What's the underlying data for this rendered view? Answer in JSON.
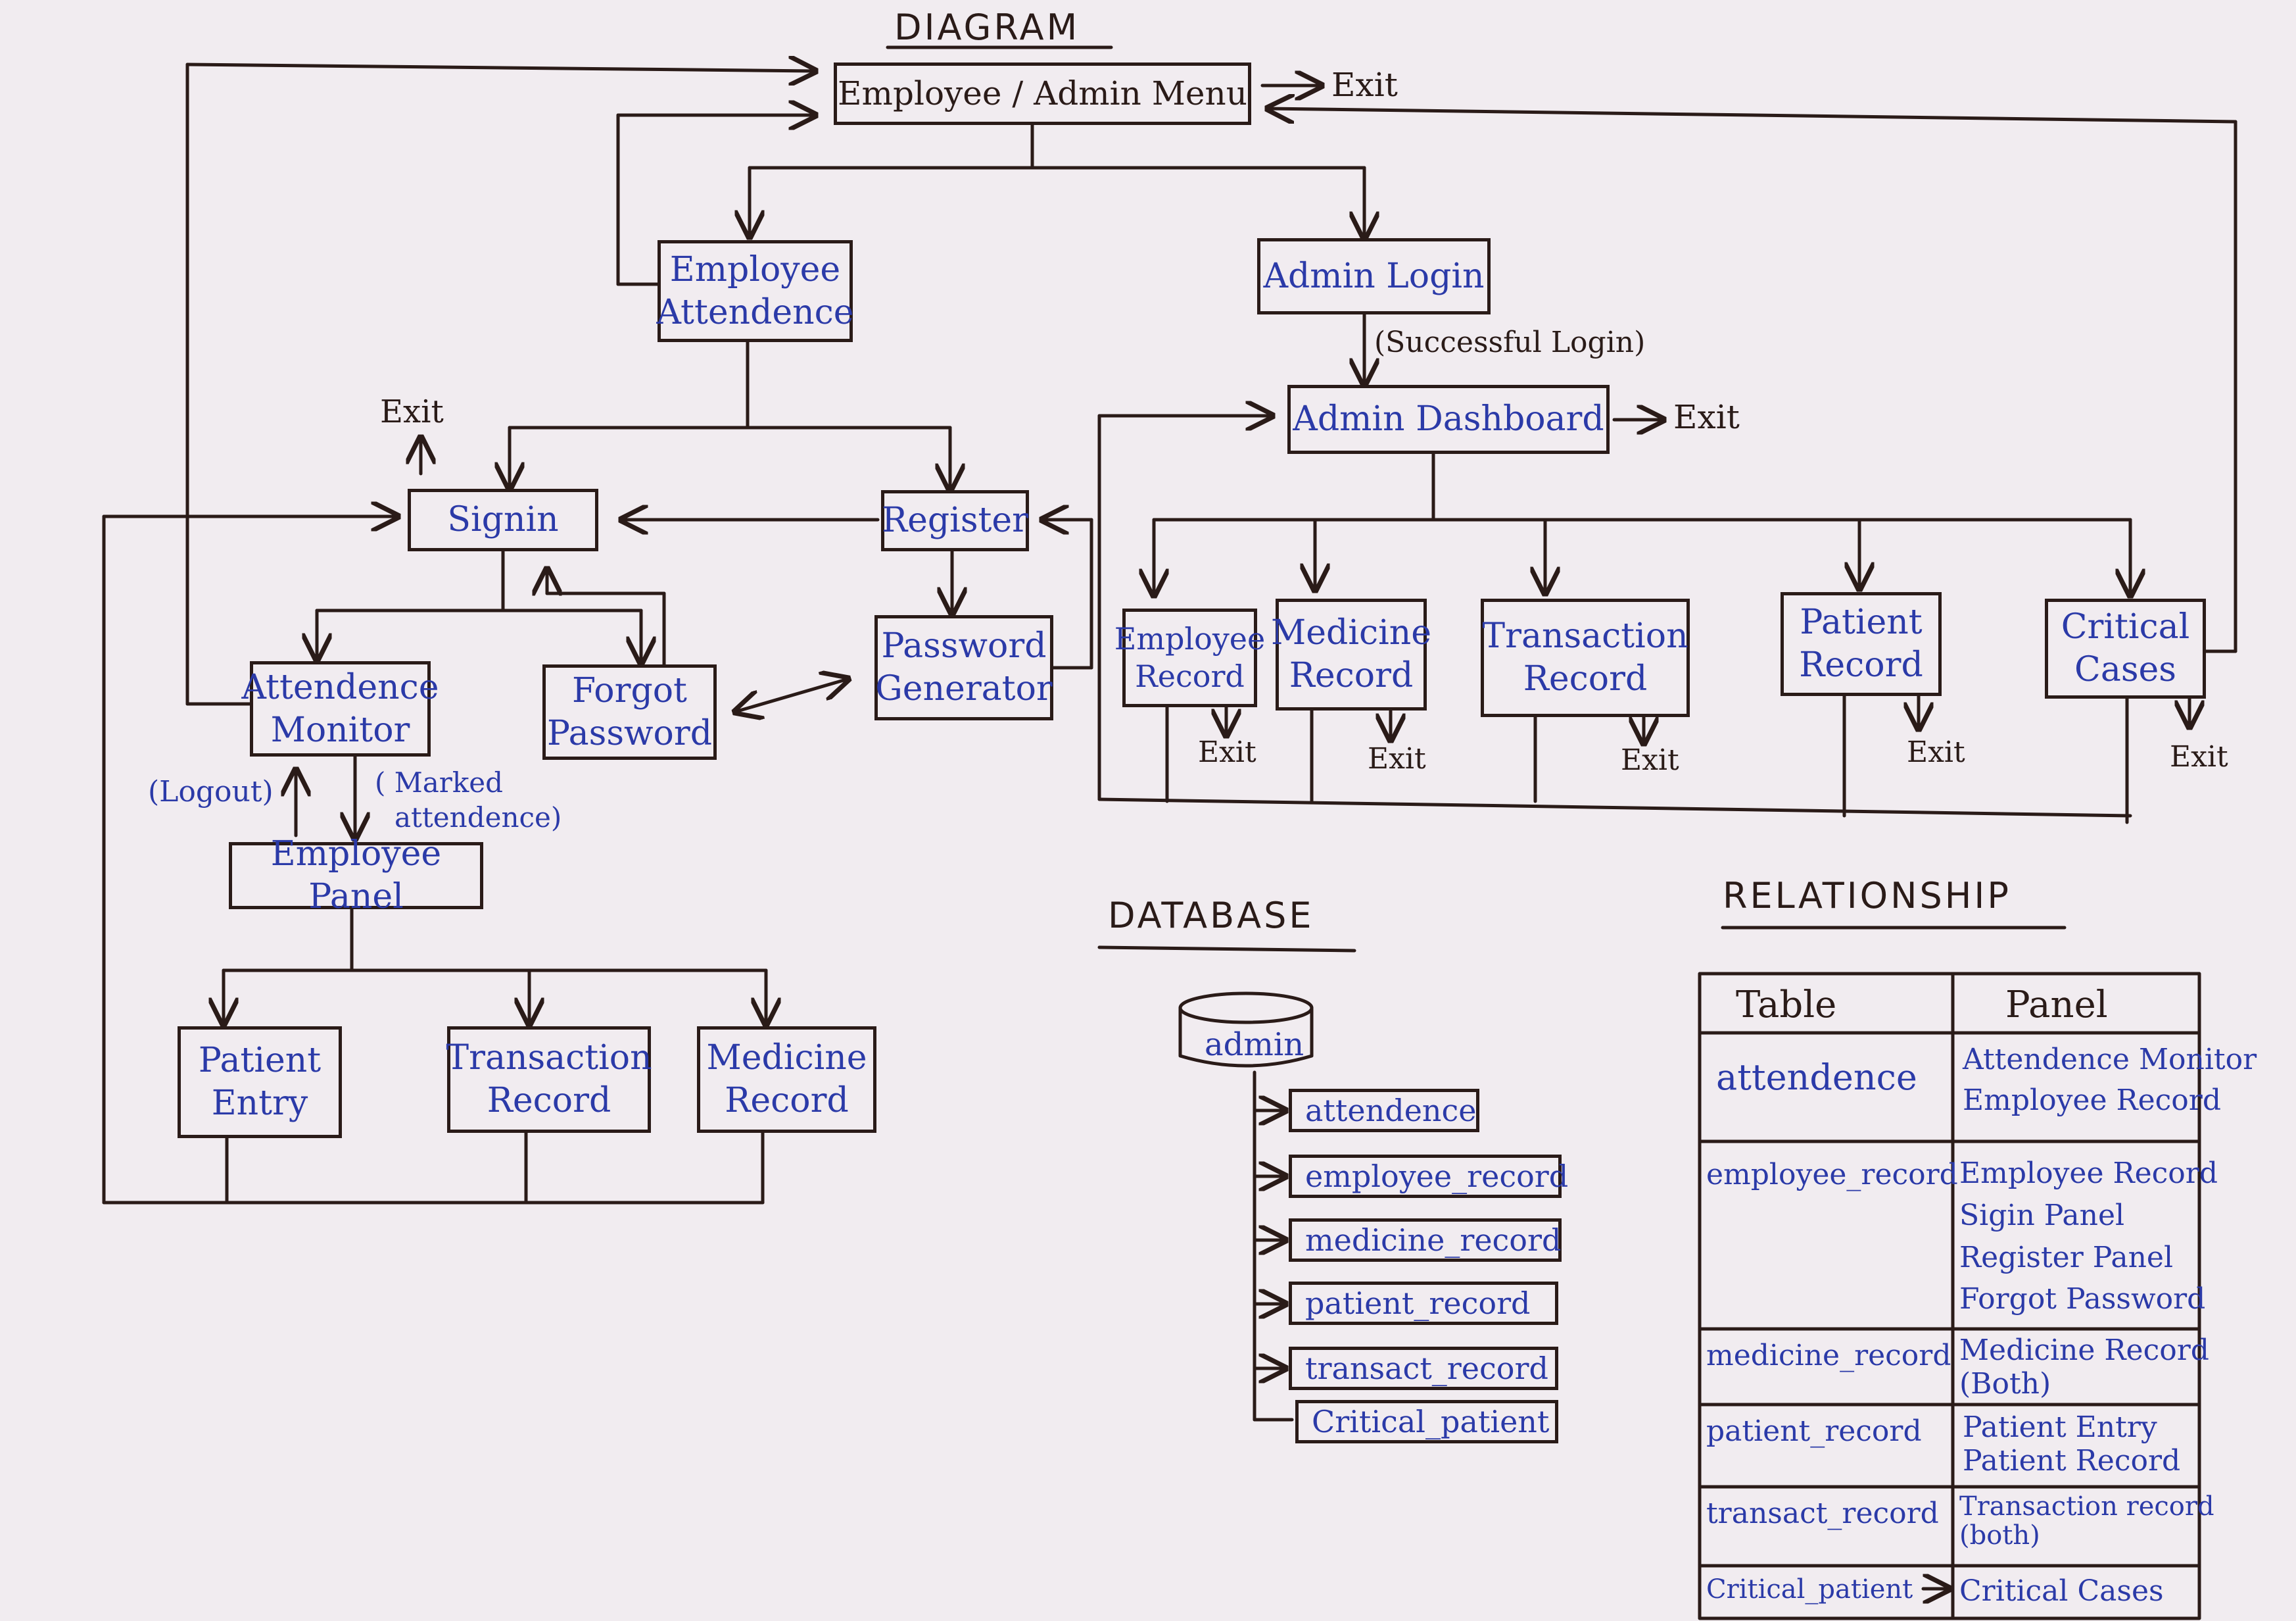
{
  "headings": {
    "diagram": "DIAGRAM",
    "database": "DATABASE",
    "relationship": "RELATIONSHIP"
  },
  "nodes": {
    "menu": "Employee / Admin Menu",
    "employee_attendence": [
      "Employee",
      "Attendence"
    ],
    "admin_login": "Admin Login",
    "admin_dashboard": "Admin Dashboard",
    "signin": "Signin",
    "register": "Register",
    "password_generator": [
      "Password",
      "Generator"
    ],
    "attendence_monitor": [
      "Attendence",
      "Monitor"
    ],
    "forgot_password": [
      "Forgot",
      "Password"
    ],
    "employee_panel": "Employee Panel",
    "patient_entry": [
      "Patient",
      "Entry"
    ],
    "transaction_record_emp": [
      "Transaction",
      "Record"
    ],
    "medicine_record_emp": [
      "Medicine",
      "Record"
    ],
    "employee_record": [
      "Employee",
      "Record"
    ],
    "medicine_record_admin": [
      "Medicine",
      "Record"
    ],
    "transaction_record_admin": [
      "Transaction",
      "Record"
    ],
    "patient_record": [
      "Patient",
      "Record"
    ],
    "critical_cases": [
      "Critical",
      "Cases"
    ]
  },
  "labels": {
    "exit": "Exit",
    "successful_login": "(Successful Login)",
    "logout": "(Logout)",
    "marked_attendence": [
      "( Marked",
      "attendence)"
    ]
  },
  "database": {
    "root": "admin",
    "tables": [
      "attendence",
      "employee_record",
      "medicine_record",
      "patient_record",
      "transact_record",
      "Critical_patient"
    ]
  },
  "relationship": {
    "headers": [
      "Table",
      "Panel"
    ],
    "rows": [
      {
        "table": "attendence",
        "panel": [
          "Attendence Monitor",
          "Employee Record"
        ]
      },
      {
        "table": "employee_record",
        "panel": [
          "Employee Record",
          "Sigin Panel",
          "Register Panel",
          "Forgot Password"
        ]
      },
      {
        "table": "medicine_record",
        "panel": [
          "Medicine Record",
          "(Both)"
        ]
      },
      {
        "table": "patient_record",
        "panel": [
          "Patient Entry",
          "Patient Record"
        ]
      },
      {
        "table": "transact_record",
        "panel": [
          "Transaction record",
          "(both)"
        ]
      },
      {
        "table": "Critical_patient",
        "panel": [
          "Critical Cases"
        ]
      }
    ]
  }
}
